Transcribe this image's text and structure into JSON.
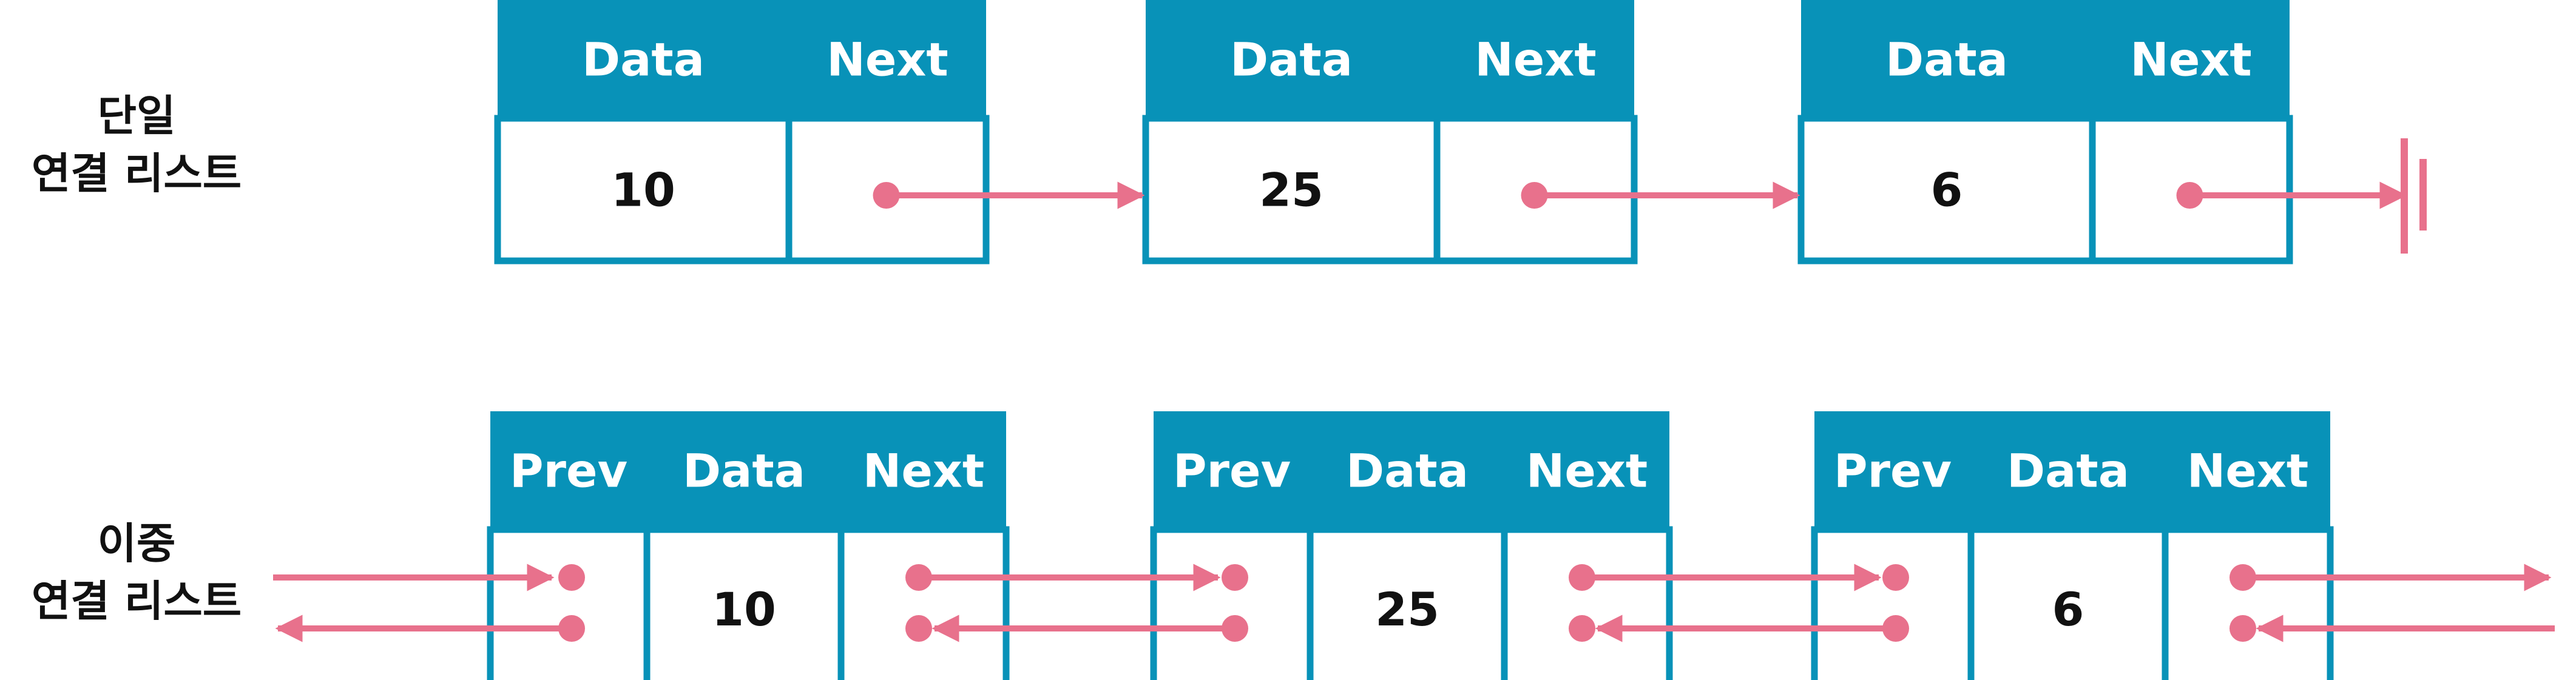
{
  "colors": {
    "node_border": "#0892b8",
    "header_fill": "#0892b8",
    "cell_fill": "#ffffff",
    "arrow": "#e8718c",
    "header_text": "#ffffff",
    "value_text": "#111111"
  },
  "singly": {
    "label_line1": "단일",
    "label_line2": "연결 리스트",
    "fields": [
      "Data",
      "Next"
    ],
    "nodes": [
      {
        "data": "10"
      },
      {
        "data": "25"
      },
      {
        "data": "6"
      }
    ],
    "terminal": "null-ground-symbol"
  },
  "doubly": {
    "label_line1": "이중",
    "label_line2": "연결 리스트",
    "fields": [
      "Prev",
      "Data",
      "Next"
    ],
    "nodes": [
      {
        "data": "10"
      },
      {
        "data": "25"
      },
      {
        "data": "6"
      }
    ]
  }
}
